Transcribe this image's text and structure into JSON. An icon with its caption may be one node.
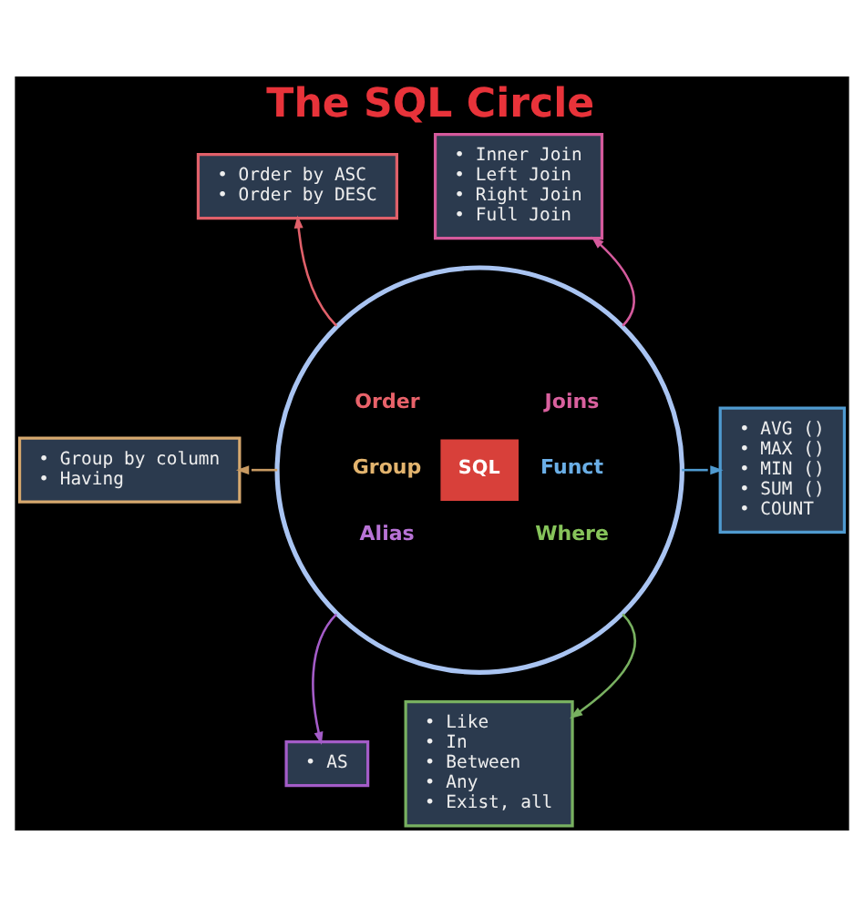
{
  "diagram": {
    "title": "The SQL Circle",
    "nodes": [
      {
        "text": [
          "• Order by ASC",
          "• Order by DESC"
        ]
      },
      {
        "text": [
          "• Inner Join",
          "• Left Join",
          "• Right Join",
          "• Full Join"
        ]
      },
      {
        "text": [
          "Order",
          "Joins",
          "Group",
          "SQL",
          "Funct",
          "Alias",
          "Where"
        ]
      },
      {
        "text": [
          "• Group by column",
          "• Having"
        ]
      },
      {
        "text": [
          "• AVG ()",
          "• MAX ()",
          "• MIN ()",
          "• SUM ()",
          "• COUNT"
        ]
      },
      {
        "text": [
          "• Like",
          "• In",
          "• Between",
          "• Any",
          "• Exist, all"
        ]
      },
      {
        "text": [
          "• AS"
        ]
      }
    ],
    "edges": [
      {
        "from": 2,
        "to": 0,
        "arrow": "to",
        "color": "#e0606a"
      },
      {
        "from": 2,
        "to": 1,
        "arrow": "to",
        "color": "#d45a9c"
      },
      {
        "from": 2,
        "to": 3,
        "arrow": "to",
        "color": "#c89a62"
      },
      {
        "from": 2,
        "to": 4,
        "arrow": "to",
        "color": "#4f9ad0"
      },
      {
        "from": 2,
        "to": 6,
        "arrow": "to",
        "color": "#a45cc8"
      },
      {
        "from": 2,
        "to": 5,
        "arrow": "to",
        "color": "#78b060"
      }
    ]
  }
}
